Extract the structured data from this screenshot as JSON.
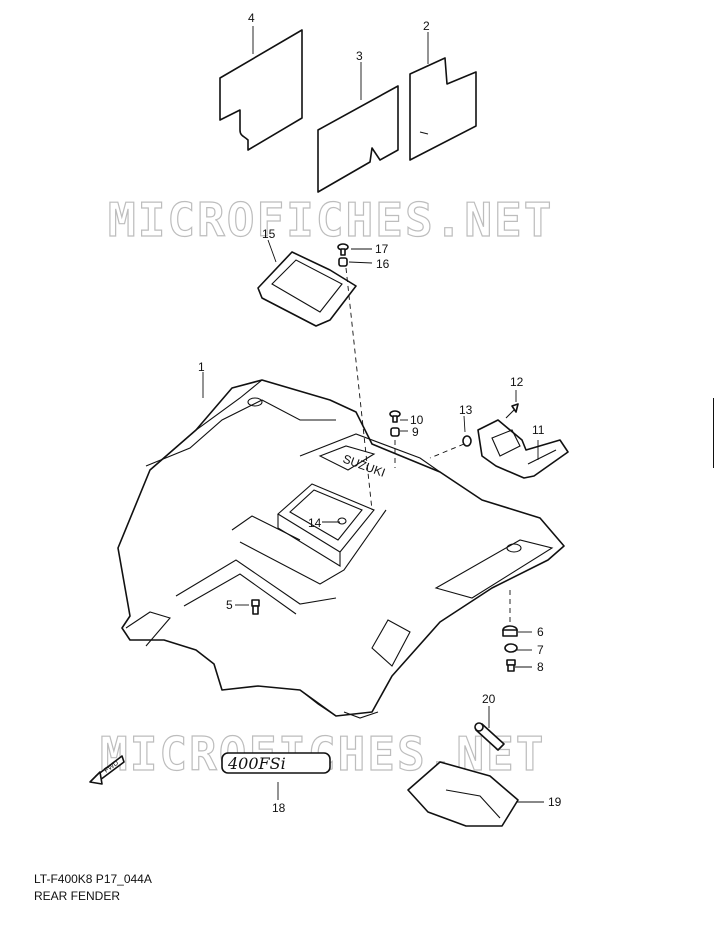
{
  "watermark": "MICROFICHES.NET",
  "caption": {
    "code": "LT-F400K8 P17_044A",
    "title": "REAR FENDER"
  },
  "emblem_text": "400FSi",
  "fender_brand_text": "SUZUKI",
  "fwd_text": "FWD",
  "callouts": [
    "1",
    "2",
    "3",
    "4",
    "5",
    "6",
    "7",
    "8",
    "9",
    "10",
    "11",
    "12",
    "13",
    "14",
    "15",
    "16",
    "17",
    "18",
    "19",
    "20"
  ]
}
